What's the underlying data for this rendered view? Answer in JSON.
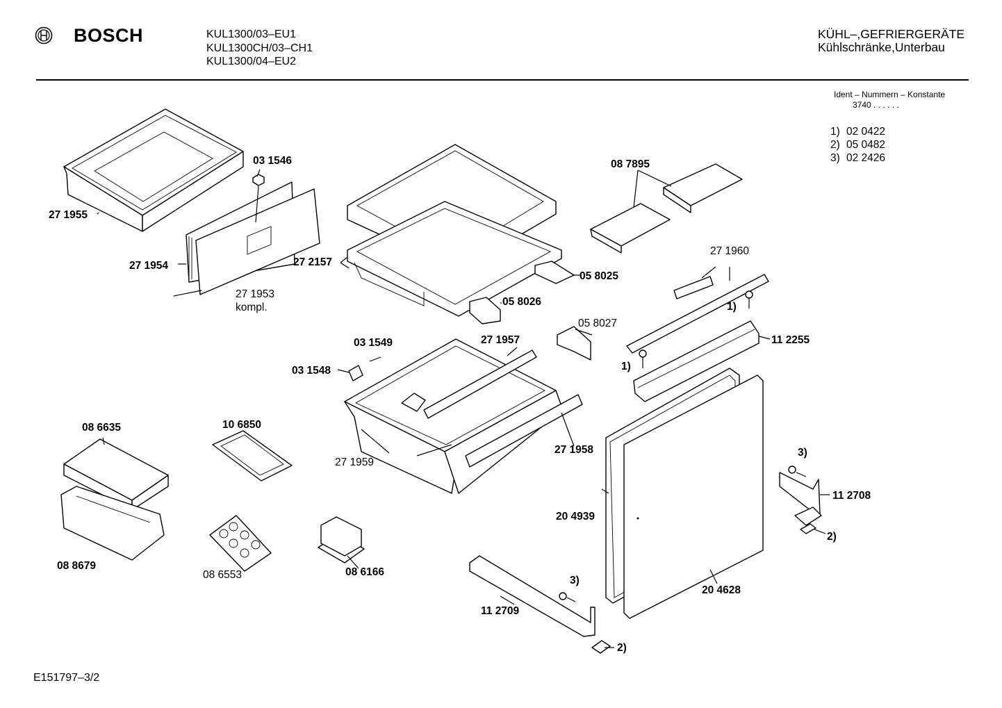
{
  "header": {
    "brand": "BOSCH",
    "models": [
      "KUL1300/03–EU1",
      "KUL1300CH/03–CH1",
      "KUL1300/04–EU2"
    ],
    "category_line1": "KÜHL–,GEFRIERGERÄTE",
    "category_line2": "Kühlschränke,Unterbau"
  },
  "ident": {
    "label": "Ident – Nummern – Konstante",
    "constant": "3740 . .  . . . ."
  },
  "notes": [
    {
      "num": "1)",
      "code": "02 0422"
    },
    {
      "num": "2)",
      "code": "05 0482"
    },
    {
      "num": "3)",
      "code": "02 2426"
    }
  ],
  "parts": {
    "p271955": "27 1955",
    "p031546": "03 1546",
    "p271954": "27 1954",
    "p271953": "27 1953",
    "kompl": "kompl.",
    "p272157": "27 2157",
    "p087895": "08 7895",
    "p058025": "05 8025",
    "p058026": "05 8026",
    "p271960": "27 1960",
    "n1a": "1)",
    "p058027": "05 8027",
    "p112255": "11 2255",
    "n1b": "1)",
    "p031549": "03 1549",
    "p271957": "27 1957",
    "p031548": "03 1548",
    "p086635": "08 6635",
    "p106850": "10 6850",
    "p271958": "27 1958",
    "p271959": "27 1959",
    "n3a": "3)",
    "p112708": "11 2708",
    "p204939": "20 4939",
    "n2a": "2)",
    "p088679": "08 8679",
    "p086553": "08 6553",
    "p086166": "08 6166",
    "n3b": "3)",
    "p204628": "20 4628",
    "p112709": "11 2709",
    "n2b": "2)"
  },
  "footer": {
    "code": "E151797–3/2"
  },
  "icons": {
    "logo": "bosch-armature-icon"
  }
}
